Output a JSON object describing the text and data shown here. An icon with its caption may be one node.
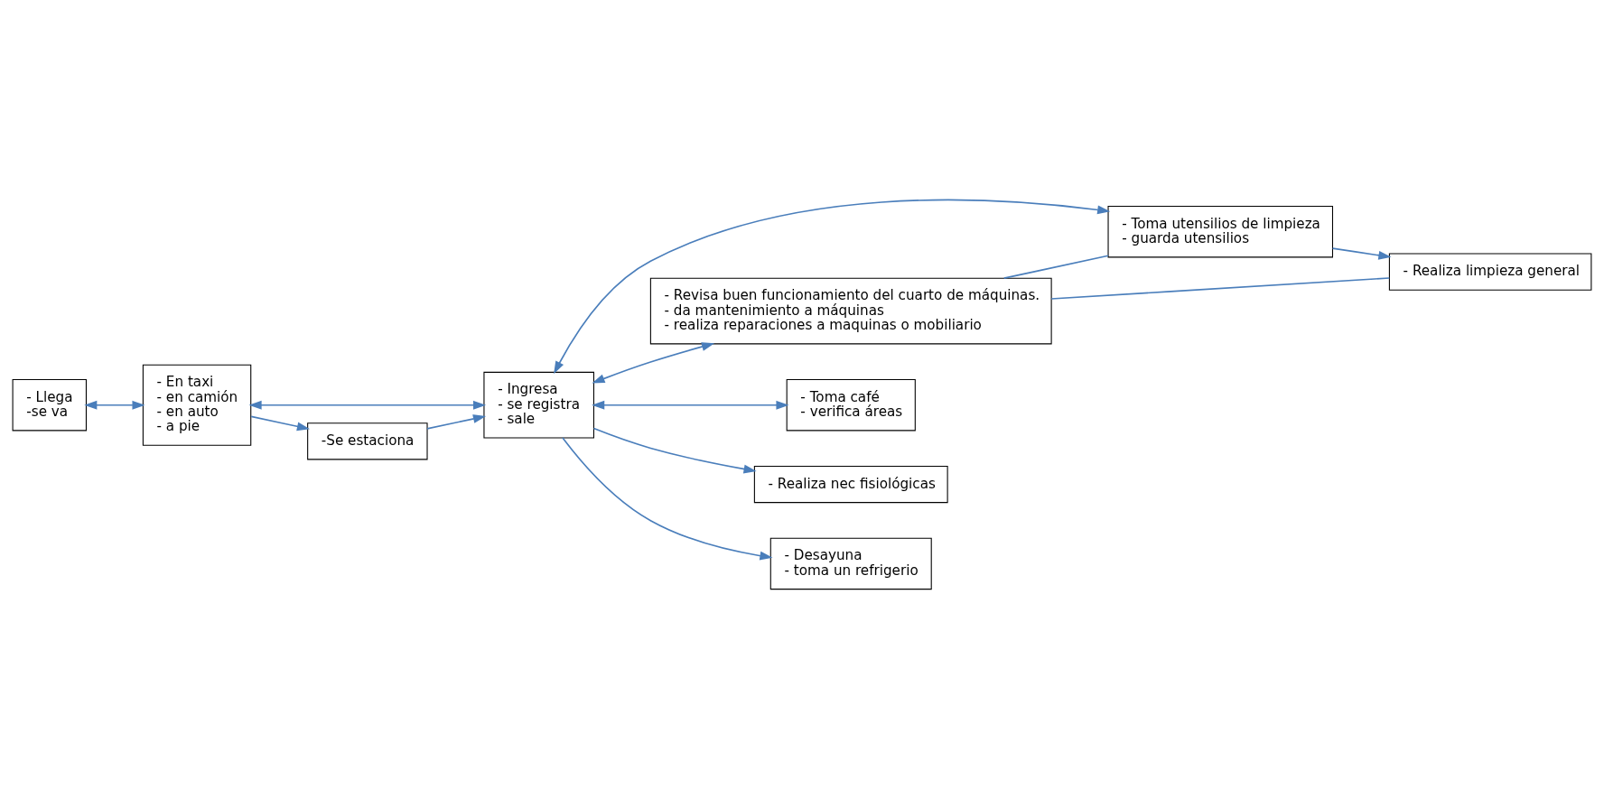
{
  "diagram": {
    "nodes": [
      {
        "text": [
          "- Revisa buen funcionamiento del cuarto de máquinas.",
          "- da mantenimiento a máquinas",
          "- realiza reparaciones a maquinas o mobiliario"
        ]
      },
      {
        "text": [
          "- Llega",
          "-se va"
        ]
      },
      {
        "text": [
          "- En taxi",
          "- en camión",
          "- en auto",
          "- a pie"
        ]
      },
      {
        "text": [
          "- Ingresa",
          "- se registra",
          "- sale"
        ]
      },
      {
        "text": [
          "- Toma utensilios de limpieza",
          "- guarda utensilios"
        ]
      },
      {
        "text": [
          "- Realiza limpieza general"
        ]
      },
      {
        "text": [
          "- Toma café",
          "- verifica áreas"
        ]
      },
      {
        "text": [
          "-Se estaciona"
        ]
      },
      {
        "text": [
          "- Realiza nec fisiológicas"
        ]
      },
      {
        "text": [
          "- Desayuna",
          "- toma un refrigerio"
        ]
      }
    ],
    "edges": [
      {
        "from": 1,
        "to": 2,
        "arrow": "both"
      },
      {
        "from": 2,
        "to": 3,
        "arrow": "both"
      },
      {
        "from": 3,
        "to": 0,
        "arrow": "both"
      },
      {
        "from": 3,
        "to": 4,
        "arrow": "both"
      },
      {
        "from": 3,
        "to": 6,
        "arrow": "both"
      },
      {
        "from": 4,
        "to": 5,
        "arrow": "to"
      },
      {
        "from": 2,
        "to": 7,
        "arrow": "to"
      },
      {
        "from": 7,
        "to": 3,
        "arrow": "to"
      },
      {
        "from": 3,
        "to": 8,
        "arrow": "to"
      },
      {
        "from": 3,
        "to": 9,
        "arrow": "to"
      },
      {
        "from": 0,
        "to": 4,
        "arrow": "none"
      },
      {
        "from": 0,
        "to": 5,
        "arrow": "none"
      }
    ]
  }
}
